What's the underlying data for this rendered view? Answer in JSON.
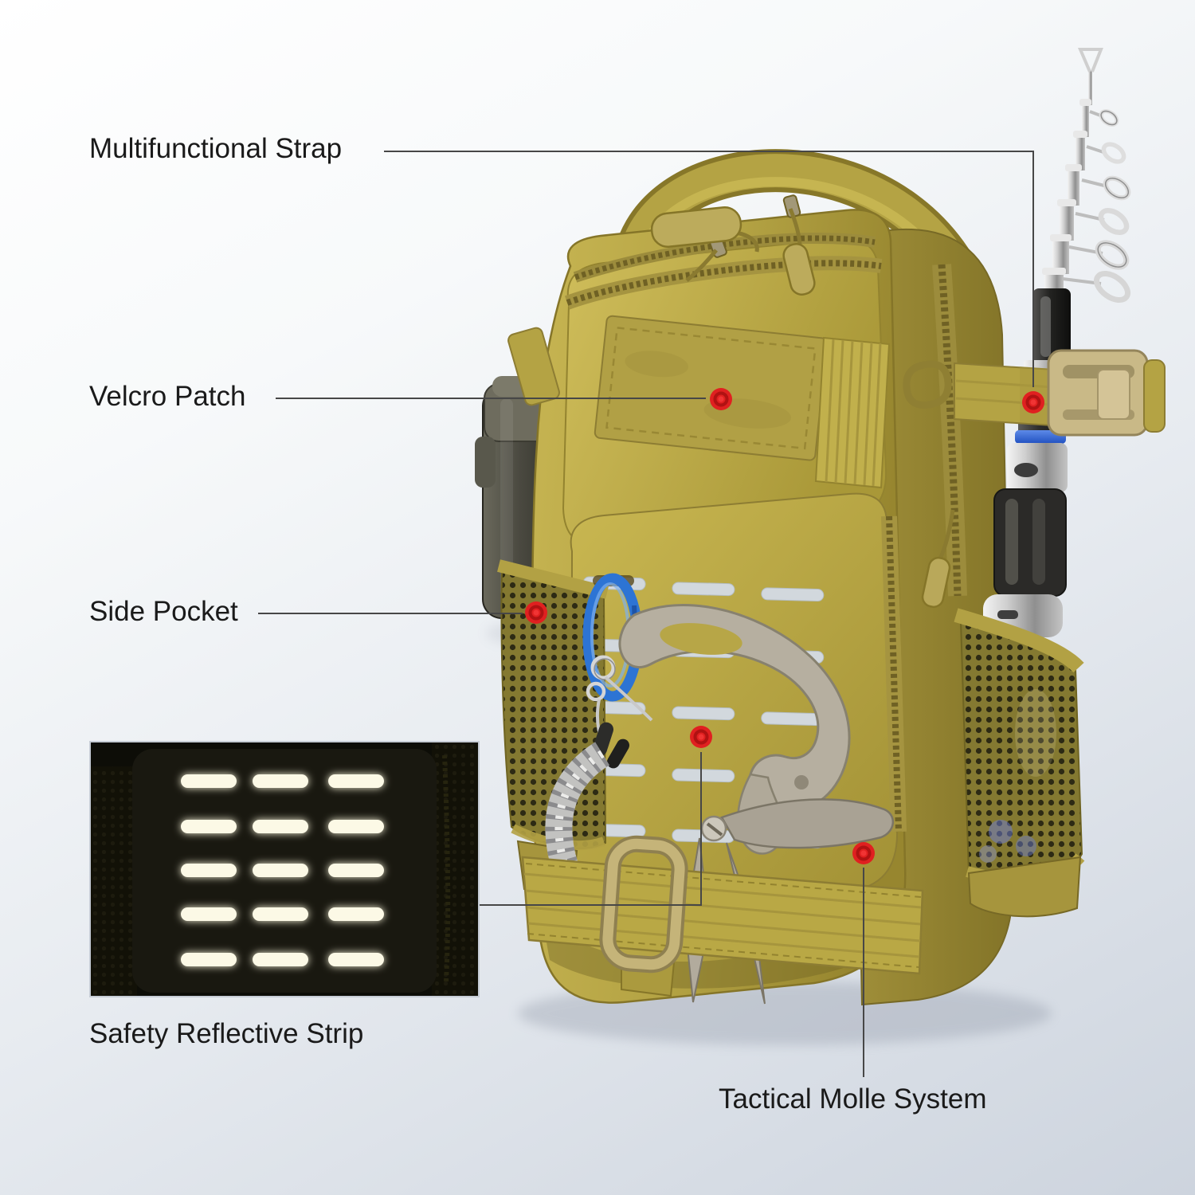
{
  "background": {
    "top_color": "#ffffff",
    "bottom_color": "#cdd4de"
  },
  "callouts": [
    {
      "id": "multifunctional-strap",
      "label": "Multifunctional Strap"
    },
    {
      "id": "velcro-patch",
      "label": "Velcro Patch"
    },
    {
      "id": "side-pocket",
      "label": "Side Pocket"
    },
    {
      "id": "safety-reflective-strip",
      "label": "Safety Reflective Strip"
    },
    {
      "id": "tactical-molle-system",
      "label": "Tactical Molle System"
    }
  ],
  "markers": {
    "count": 5,
    "color": "#e02020",
    "style": "red target dot"
  },
  "inset_photo": {
    "subject": "reflective strips glowing in the dark on bag front panel",
    "glow_rows": 5,
    "glow_columns": 3,
    "glow_color": "#f9f5dc"
  },
  "illustration_parts": [
    "carry-handle",
    "top-zipper-pocket",
    "velcro-patch",
    "molle-laser-cut-slots",
    "left-mesh-side-pocket",
    "water-bottle",
    "right-mesh-side-pocket",
    "telescopic-fishing-rod",
    "rod-holder-strap-buckle",
    "blue-carabiner",
    "coiled-lanyard",
    "fish-gripper",
    "fishing-pliers",
    "bottom-compression-strap"
  ],
  "colors": {
    "bag_khaki": "#b3a243",
    "bag_shadow": "#877729",
    "webbing": "#b4a344",
    "mesh_olive": "#847931",
    "rod_silver": "#c9c9c9",
    "grip_black": "#23211f",
    "carabiner_blue": "#2d74d4",
    "marker_red": "#e02020",
    "connector_line": "#474747",
    "label_text": "#1a1a1a"
  }
}
